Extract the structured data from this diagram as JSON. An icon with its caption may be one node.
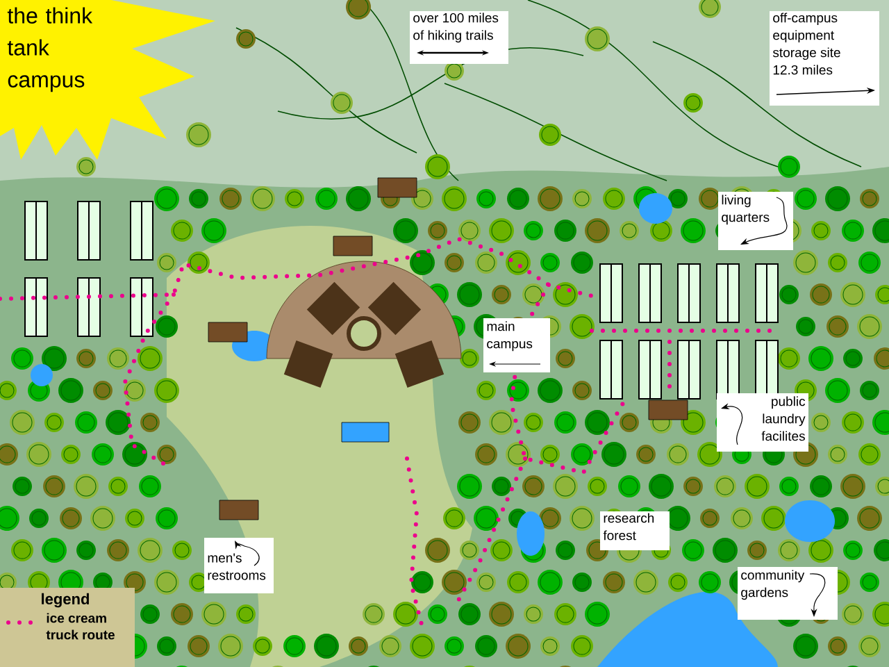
{
  "diagram": {
    "title": "the think tank campus",
    "nodes": [
      {
        "text": [
          "over 100 miles of hiking trails"
        ]
      },
      {
        "text": [
          "off-campus equipment storage site 12.3 miles"
        ]
      },
      {
        "text": [
          "living quarters"
        ]
      },
      {
        "text": [
          "main campus"
        ]
      },
      {
        "text": [
          "public laundry facilites"
        ]
      },
      {
        "text": [
          "research forest"
        ]
      },
      {
        "text": [
          "men's restrooms"
        ]
      },
      {
        "text": [
          "community gardens"
        ]
      }
    ],
    "labels": [
      "legend"
    ],
    "legend": [
      {
        "text": "ice cream truck route"
      }
    ]
  }
}
